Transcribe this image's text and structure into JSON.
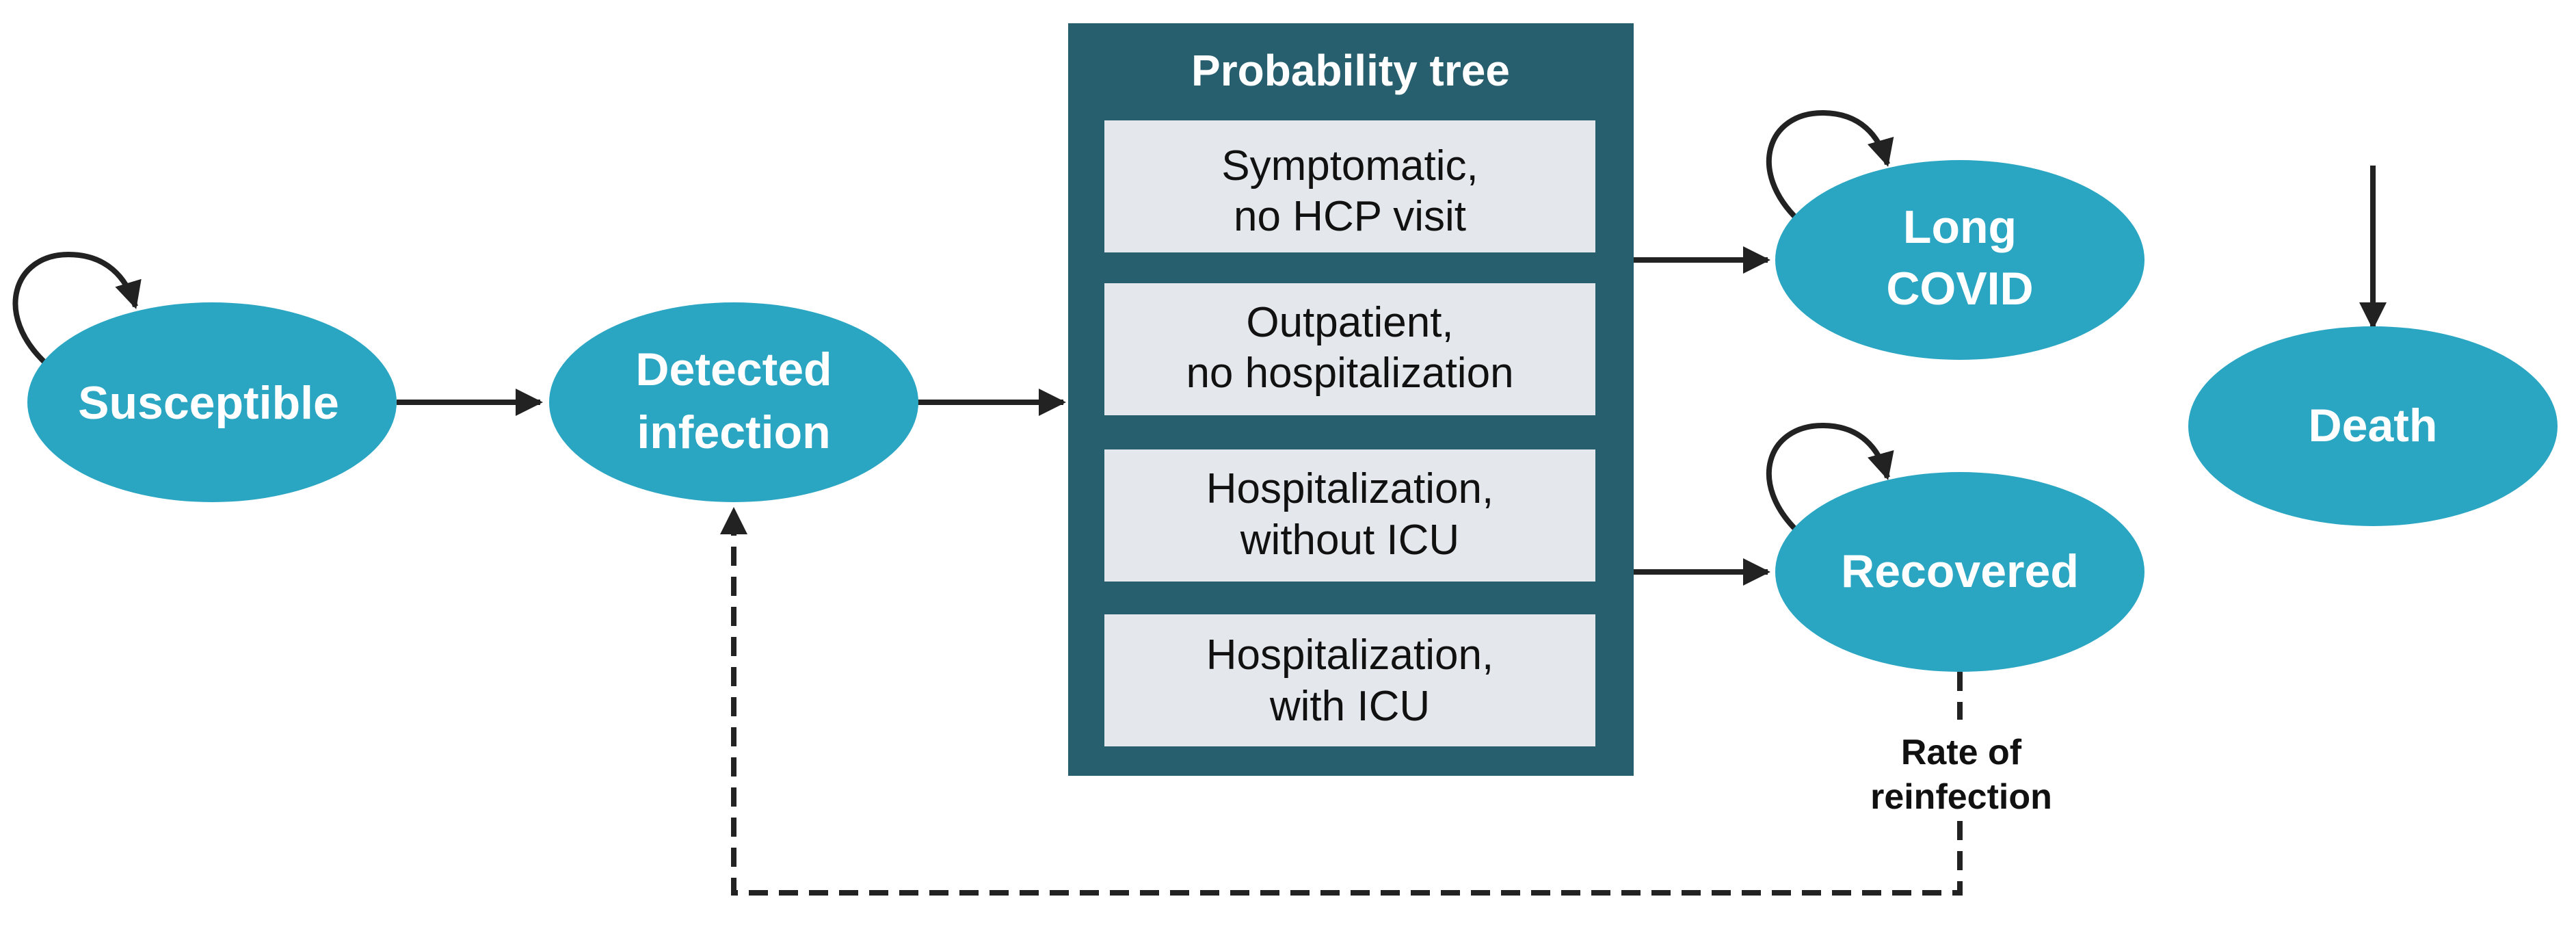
{
  "diagram": {
    "colors": {
      "node_fill": "#2aa6c3",
      "tree_bg": "#285f6e",
      "tree_item_bg": "#e4e8ec",
      "arrow": "#222222"
    },
    "nodes": {
      "susceptible": {
        "label": "Susceptible"
      },
      "detected_infection": {
        "lines": [
          "Detected",
          "infection"
        ]
      },
      "long_covid": {
        "lines": [
          "Long",
          "COVID"
        ]
      },
      "recovered": {
        "label": "Recovered"
      },
      "death": {
        "label": "Death"
      }
    },
    "probability_tree": {
      "title": "Probability tree",
      "items": [
        {
          "lines": [
            "Symptomatic,",
            "no HCP visit"
          ]
        },
        {
          "lines": [
            "Outpatient,",
            "no hospitalization"
          ]
        },
        {
          "lines": [
            "Hospitalization,",
            "without ICU"
          ]
        },
        {
          "lines": [
            "Hospitalization,",
            "with ICU"
          ]
        }
      ]
    },
    "reinfection": {
      "lines": [
        "Rate of",
        "reinfection"
      ]
    }
  }
}
